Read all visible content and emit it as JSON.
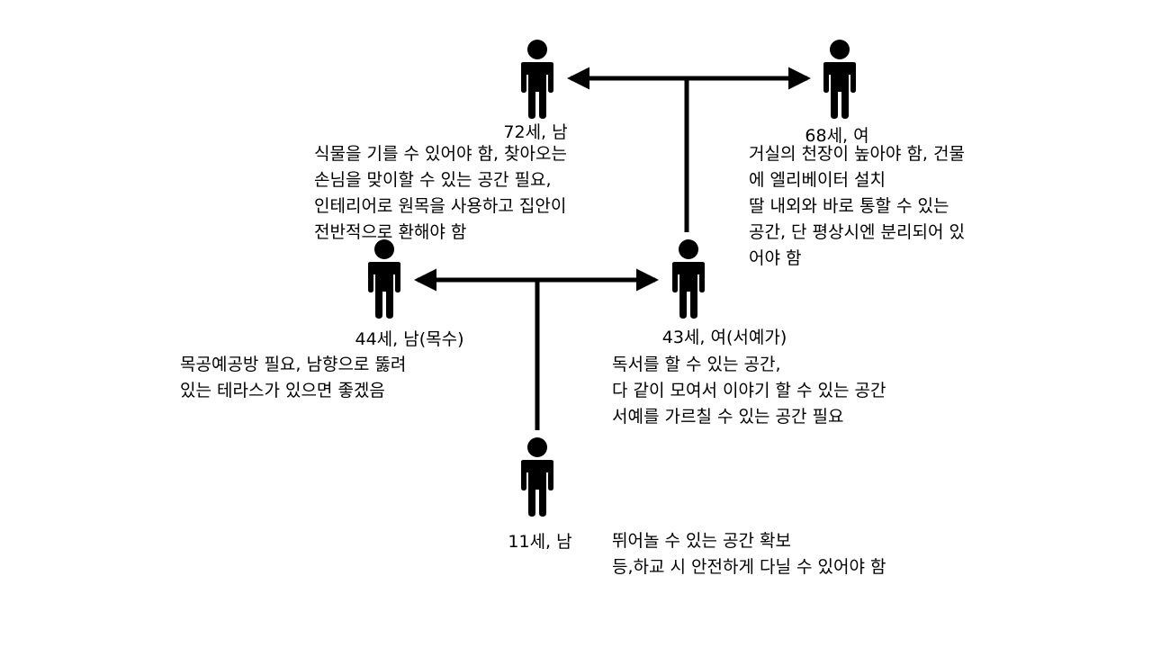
{
  "members": {
    "grandfather": {
      "label": "72세, 남",
      "needs": [
        "식물을 기를 수 있어야 함, 찾아오는",
        "손님을 맞이할 수 있는 공간 필요,",
        "인테리어로 원목을 사용하고 집안이",
        "전반적으로 환해야 함"
      ]
    },
    "grandmother": {
      "label": "68세, 여",
      "needs": [
        "거실의 천장이 높아야 함, 건물",
        "에 엘리베이터 설치",
        "딸 내외와 바로 통할 수 있는",
        "공간, 단 평상시엔 분리되어 있",
        "어야 함"
      ]
    },
    "father": {
      "label": "44세, 남(목수)",
      "needs": [
        "목공예공방 필요, 남향으로 뚫려",
        "있는 테라스가 있으면 좋겠음"
      ]
    },
    "mother": {
      "label": "43세, 여(서예가)",
      "needs": [
        "독서를 할 수 있는 공간,",
        "다 같이 모여서 이야기 할 수 있는 공간",
        "서예를 가르칠 수 있는 공간 필요"
      ]
    },
    "son": {
      "label": "11세, 남",
      "needs": [
        "뛰어놀 수 있는 공간 확보",
        "등,하교 시 안전하게 다닐 수 있어야 함"
      ]
    }
  },
  "colors": {
    "line": "#000000",
    "figure": "#000000",
    "background": "#ffffff"
  },
  "icons": {
    "person": "person-icon"
  }
}
